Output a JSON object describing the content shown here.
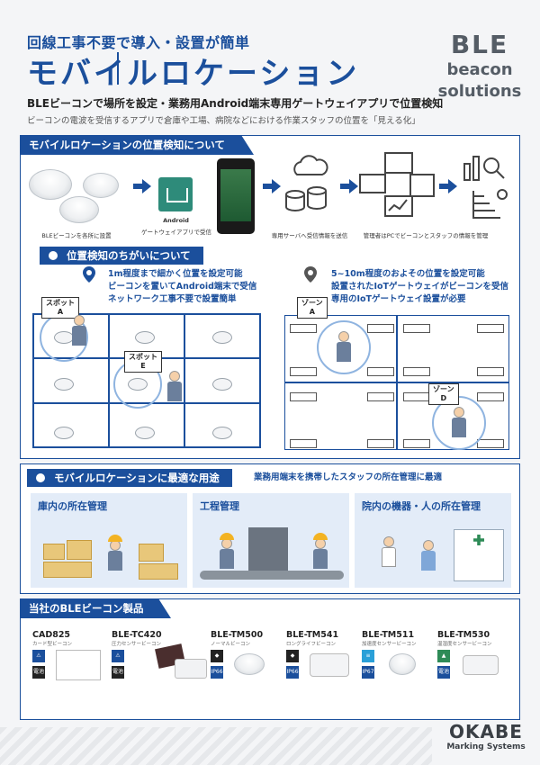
{
  "header": {
    "subtitle": "回線工事不要で導入・設置が簡単",
    "title": "モバイルロケーション",
    "tagline": "BLEビーコンで場所を設定・業務用Android端末専用ゲートウェイアプリで位置検知",
    "description": "ビーコンの電波を受信するアプリで倉庫や工場、病院などにおける作業スタッフの位置を「見える化」"
  },
  "logo": {
    "line1": "BLE",
    "line2": "beacon",
    "line3": "solutions"
  },
  "section1": {
    "title": "モバイルロケーションの位置検知について",
    "flow": {
      "step1": "BLEビーコンを各所に設置",
      "app_title": "Android",
      "step2": "ゲートウェイアプリで受信",
      "step3": "専用サーバへ受信情報を送信",
      "step4": "管理者はPCでビーコンとスタッフの情報を管理"
    }
  },
  "compare": {
    "title": "位置検知のちがいについて",
    "left": {
      "line1": "1m程度まで細かく位置を設定可能",
      "line2": "ビーコンを置いてAndroid端末で受信",
      "line3": "ネットワーク工事不要で設置簡単",
      "spot_a_label": "スポット",
      "spot_a_id": "A",
      "spot_e_label": "スポット",
      "spot_e_id": "E"
    },
    "right": {
      "line1": "5~10m程度のおよその位置を設定可能",
      "line2": "設置されたIoTゲートウェイがビーコンを受信",
      "line3": "専用のIoTゲートウェイ設置が必要",
      "zone_a_label": "ゾーン",
      "zone_a_id": "A",
      "zone_d_label": "ゾーン",
      "zone_d_id": "D"
    }
  },
  "uses": {
    "title": "モバイルロケーションに最適な用途",
    "note": "業務用端末を携帯したスタッフの所在管理に最適",
    "cards": [
      {
        "title": "庫内の所在管理"
      },
      {
        "title": "工程管理"
      },
      {
        "title": "院内の機器・人の所在管理"
      }
    ]
  },
  "products": {
    "title": "当社のBLEビーコン製品",
    "items": [
      {
        "name": "CAD825",
        "sub": "カード型ビーコン",
        "badge": "電池"
      },
      {
        "name": "BLE-TC420",
        "sub": "圧力センサービーコン",
        "badge": "電池"
      },
      {
        "name": "BLE-TM500",
        "sub": "ノーマルビーコン",
        "badge": "IP66"
      },
      {
        "name": "BLE-TM541",
        "sub": "ロングライフビーコン",
        "badge": "IP66"
      },
      {
        "name": "BLE-TM511",
        "sub": "加速度センサービーコン",
        "badge": "IP67"
      },
      {
        "name": "BLE-TM530",
        "sub": "温湿度センサービーコン",
        "badge": "電池"
      }
    ]
  },
  "footer": {
    "company": "OKABE",
    "division": "Marking Systems"
  },
  "colors": {
    "brand": "#1b4f9c",
    "panel_bg": "#ffffff",
    "card_bg": "#e3ecf8"
  }
}
